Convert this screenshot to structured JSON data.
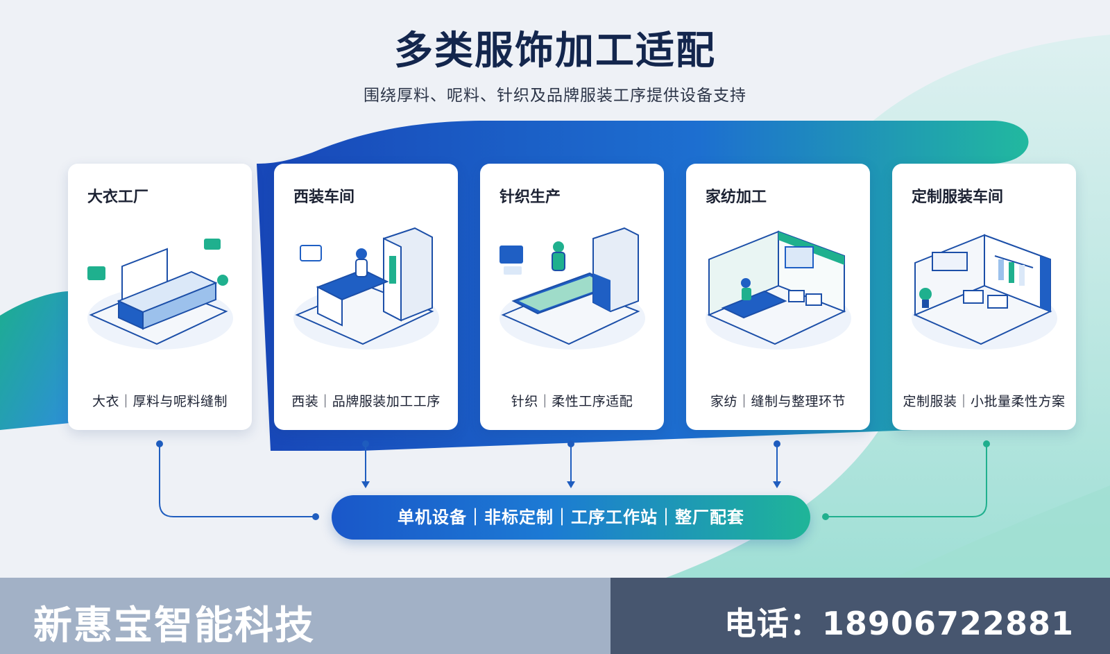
{
  "header": {
    "title": "多类服饰加工适配",
    "subtitle": "围绕厚料、呢料、针织及品牌服装工序提供设备支持"
  },
  "cards": [
    {
      "title": "大衣工厂",
      "caption": "大衣｜厚料与呢料缝制",
      "icon": "coat-factory-machine-icon"
    },
    {
      "title": "西装车间",
      "caption": "西装｜品牌服装加工工序",
      "icon": "suit-workshop-icon"
    },
    {
      "title": "针织生产",
      "caption": "针织｜柔性工序适配",
      "icon": "knitting-production-icon"
    },
    {
      "title": "家纺加工",
      "caption": "家纺｜缝制与整理环节",
      "icon": "home-textile-room-icon"
    },
    {
      "title": "定制服装车间",
      "caption": "定制服装｜小批量柔性方案",
      "icon": "custom-garment-room-icon"
    }
  ],
  "services": {
    "label": "单机设备｜非标定制｜工序工作站｜整厂配套"
  },
  "footer": {
    "company": "新惠宝智能科技",
    "phone_label": "电话：18906722881"
  },
  "colors": {
    "title": "#13264d",
    "accent_blue": "#1a57c9",
    "accent_teal": "#1fb598",
    "footer_left": "#a2b1c6",
    "footer_right": "#47566f"
  }
}
